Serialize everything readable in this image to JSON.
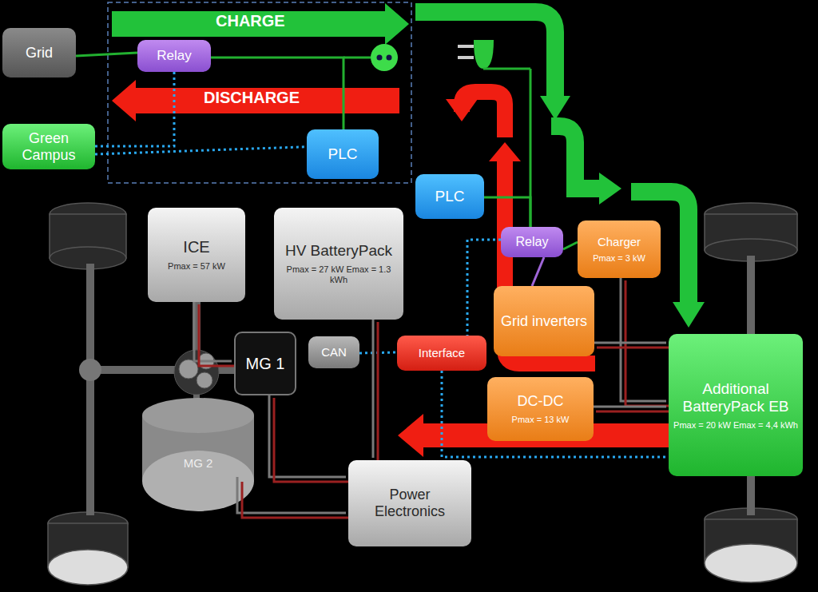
{
  "diagram": {
    "nodes": [
      {
        "text": [
          "Grid"
        ]
      },
      {
        "text": [
          "Relay"
        ]
      },
      {
        "text": [
          "Green Campus"
        ]
      },
      {
        "text": [
          "PLC"
        ]
      },
      {
        "text": [
          "PLC"
        ]
      },
      {
        "text": [
          "ICE",
          "Pmax = 57 kW"
        ]
      },
      {
        "text": [
          "HV BatteryPack",
          "Pmax = 27 kW Emax = 1.3 kWh"
        ]
      },
      {
        "text": [
          "Relay"
        ]
      },
      {
        "text": [
          "Charger",
          "Pmax = 3 kW"
        ]
      },
      {
        "text": [
          "Grid inverters"
        ]
      },
      {
        "text": [
          "MG 1"
        ]
      },
      {
        "text": [
          "CAN"
        ]
      },
      {
        "text": [
          "Interface"
        ]
      },
      {
        "text": [
          "Additional BatteryPack EB",
          "Pmax = 20 kW Emax = 4,4 kWh"
        ]
      },
      {
        "text": [
          "DC-DC",
          "Pmax = 13 kW"
        ]
      },
      {
        "text": [
          "MG 2"
        ]
      },
      {
        "text": [
          "Power Electronics"
        ]
      }
    ],
    "edges": [
      {
        "from": 0,
        "to": 1,
        "arrow": "none"
      },
      {
        "from": 2,
        "to": 3,
        "arrow": "none"
      },
      {
        "from": 1,
        "to": 2,
        "arrow": "none"
      },
      {
        "from": 3,
        "to": 1,
        "arrow": "none"
      },
      {
        "from": 4,
        "to": 7,
        "arrow": "none"
      },
      {
        "from": 7,
        "to": 8,
        "arrow": "none"
      },
      {
        "from": 7,
        "to": 9,
        "arrow": "none"
      },
      {
        "from": 7,
        "to": 12,
        "arrow": "none"
      },
      {
        "from": 11,
        "to": 12,
        "arrow": "none"
      },
      {
        "from": 12,
        "to": 13,
        "arrow": "none"
      },
      {
        "from": 8,
        "to": 13,
        "arrow": "none"
      },
      {
        "from": 9,
        "to": 13,
        "arrow": "none"
      },
      {
        "from": 14,
        "to": 13,
        "arrow": "none"
      },
      {
        "from": 6,
        "to": 16,
        "arrow": "none"
      },
      {
        "from": 10,
        "to": 16,
        "arrow": "none"
      },
      {
        "from": 15,
        "to": 16,
        "arrow": "none"
      },
      {
        "from": 5,
        "to": 10,
        "arrow": "none"
      }
    ],
    "labels": [
      "CHARGE",
      "DISCHARGE"
    ]
  }
}
